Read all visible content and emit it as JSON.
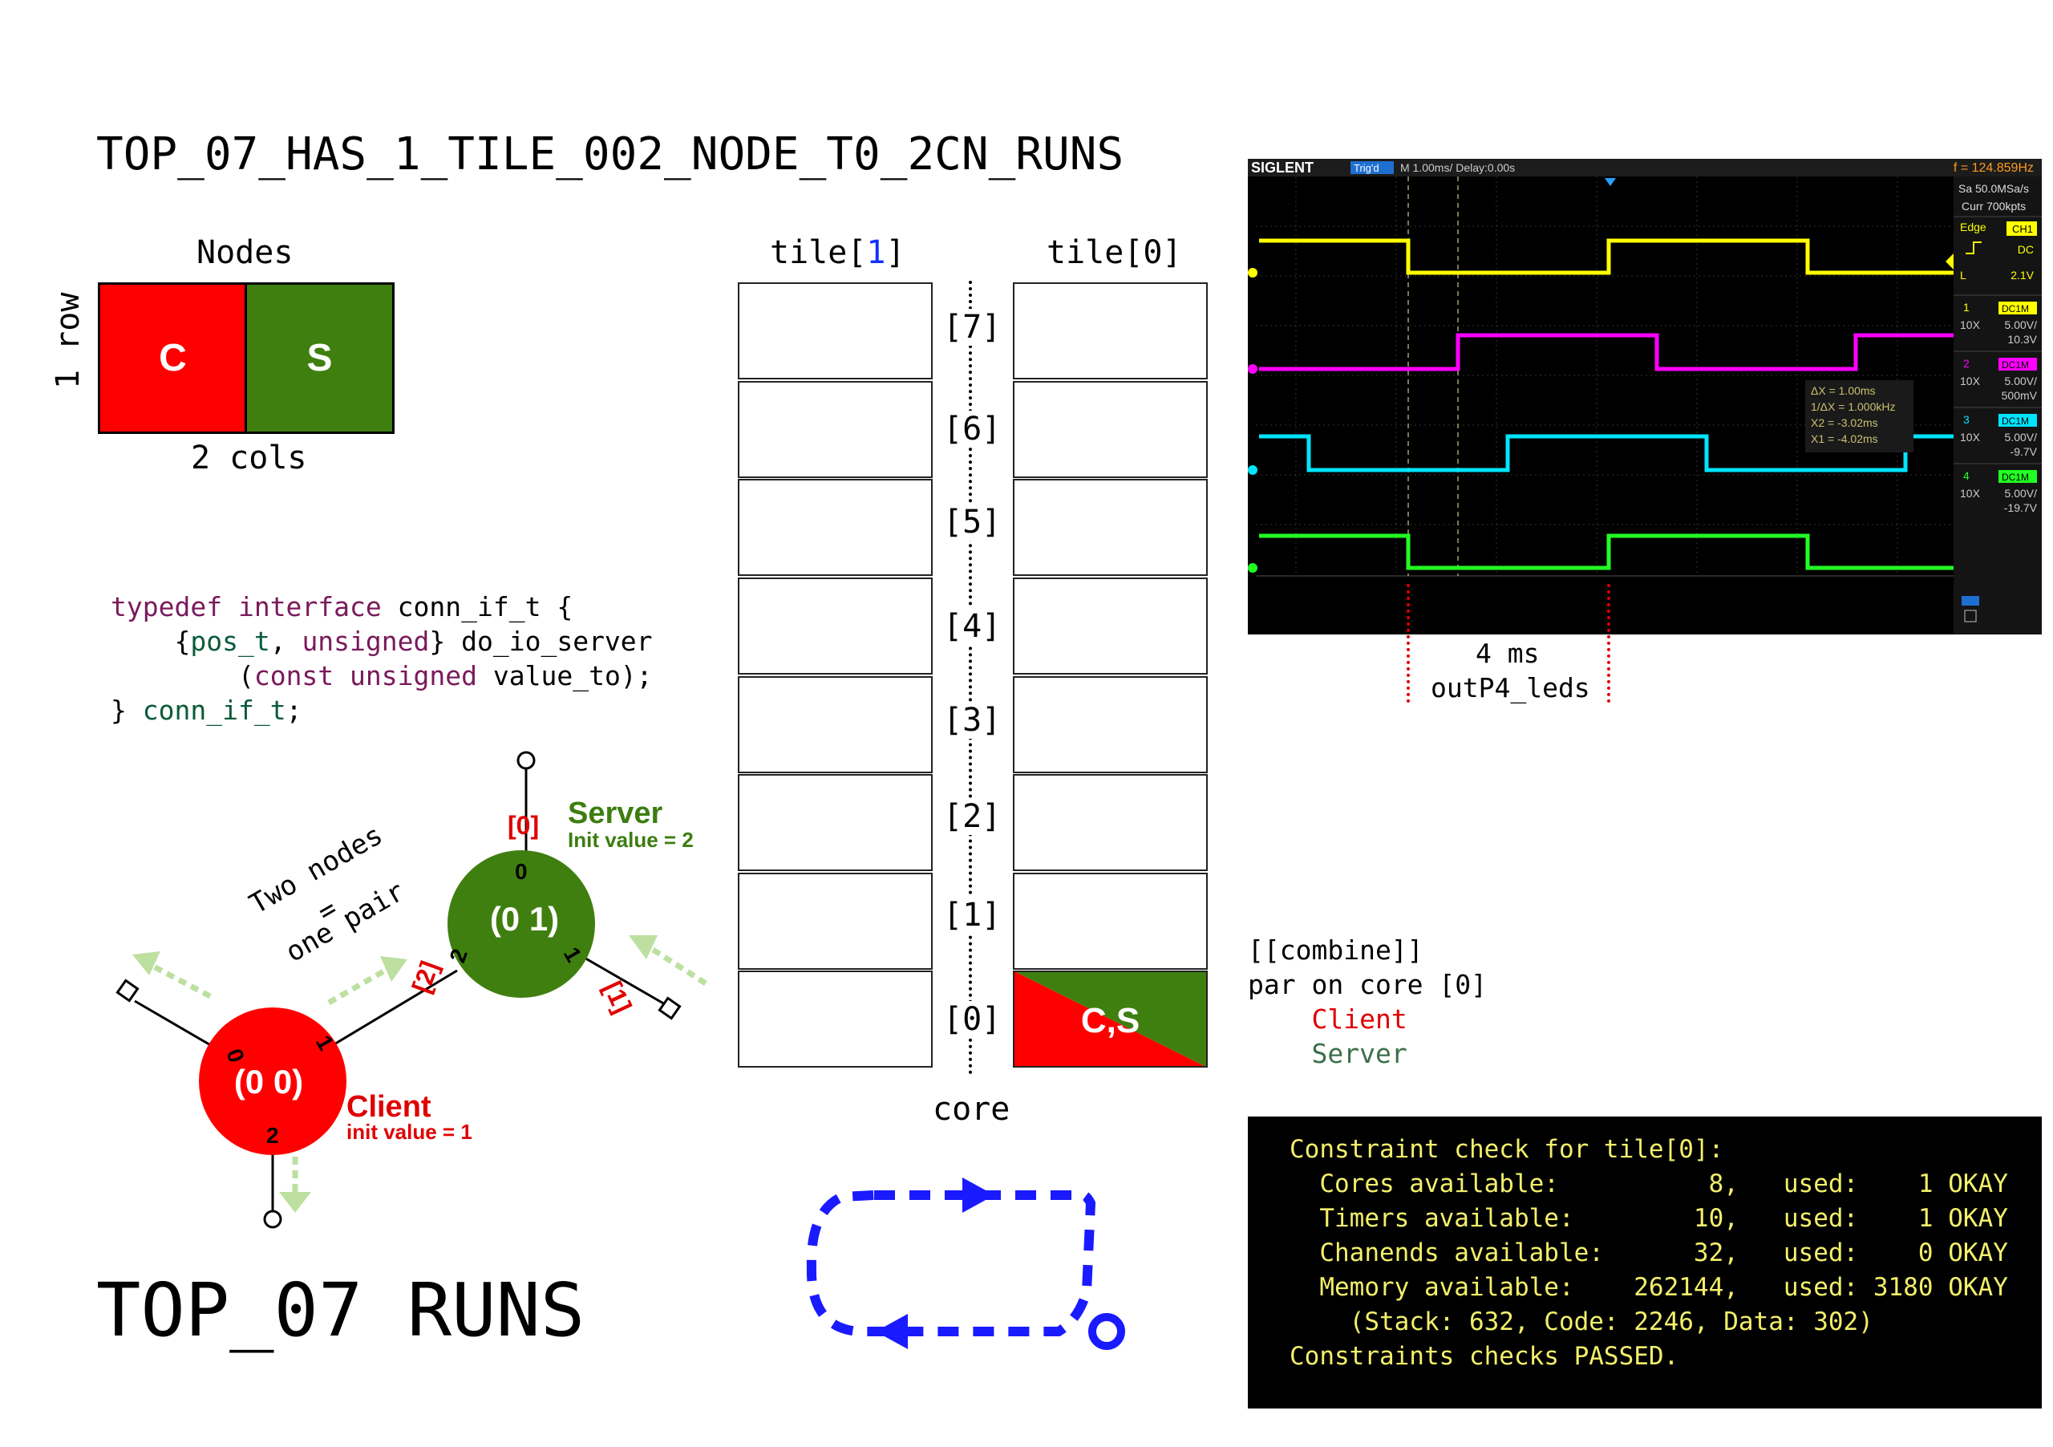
{
  "title": "TOP_07_HAS_1_TILE_002_NODE_T0_2CN_RUNS",
  "big_title": "TOP_07 RUNS",
  "nodes": {
    "heading": "Nodes",
    "row_label": "1 row",
    "cols_label": "2 cols",
    "cells": [
      "C",
      "S"
    ],
    "colors": {
      "client": "#ff0000",
      "server": "#3f7f0f"
    }
  },
  "code": {
    "kw_typedef": "typedef",
    "kw_interface": "interface",
    "name": "conn_if_t",
    "open": " {",
    "pos_t": "pos_t",
    "comma": ", ",
    "unsigned1": "unsigned",
    "fn": "} do_io_server",
    "paren_open": "(",
    "const": "const",
    "unsigned2": "unsigned",
    "arg": " value_to);",
    "close": "} ",
    "close_name": "conn_if_t",
    "semi": ";"
  },
  "graph": {
    "client_label": "Client",
    "client_init": "init value = 1",
    "client_coord": "(0 0)",
    "server_label": "Server",
    "server_init": "Init value = 2",
    "server_coord": "(0 1)",
    "note_line1": "Two nodes",
    "note_line2": "=",
    "note_line3": "one pair",
    "port_tags": [
      "[0]",
      "[1]",
      "[2]"
    ],
    "client_ports": [
      "0",
      "1",
      "2"
    ],
    "server_ports": [
      "0",
      "1",
      "2"
    ]
  },
  "tiles": {
    "tile1_head_a": "tile[",
    "tile1_head_n": "1",
    "tile1_head_b": "]",
    "tile0_head": "tile[0]",
    "core_label": "core",
    "core_indices": [
      "[7]",
      "[6]",
      "[5]",
      "[4]",
      "[3]",
      "[2]",
      "[1]",
      "[0]"
    ],
    "occupied_label": "C,S"
  },
  "scope": {
    "brand": "SIGLENT",
    "trig": "Trig'd",
    "timebase": "M 1.00ms/ Delay:0.00s",
    "freq": "f = 124.859Hz",
    "sa": "Sa 50.0MSa/s",
    "curr": "Curr 700kpts",
    "edge": "Edge",
    "edge_ch": "CH1",
    "dc": "DC",
    "level_l": "L",
    "level_v": "2.1V",
    "channels": [
      {
        "n": "1",
        "coupling": "DC1M",
        "probe": "10X",
        "scale": "5.00V/",
        "offset": "10.3V",
        "color": "#ffff00"
      },
      {
        "n": "2",
        "coupling": "DC1M",
        "probe": "10X",
        "scale": "5.00V/",
        "offset": "500mV",
        "color": "#ff00ff"
      },
      {
        "n": "3",
        "coupling": "DC1M",
        "probe": "10X",
        "scale": "5.00V/",
        "offset": "-9.7V",
        "color": "#00e5ff"
      },
      {
        "n": "4",
        "coupling": "DC1M",
        "probe": "10X",
        "scale": "5.00V/",
        "offset": "-19.7V",
        "color": "#22ff22"
      }
    ],
    "cursors": [
      "ΔX = 1.00ms",
      "1/ΔX = 1.000kHz",
      "X2 = -3.02ms",
      "X1 = -4.02ms"
    ],
    "period_label": "4 ms",
    "signal_label": "outP4_leds"
  },
  "combine": {
    "line1": "[[combine]]",
    "line2": "par on core [0]",
    "line3": "Client",
    "line4": "Server"
  },
  "constraints": {
    "lines": [
      "Constraint check for tile[0]:",
      "  Cores available:          8,   used:    1 OKAY",
      "  Timers available:        10,   used:    1 OKAY",
      "  Chanends available:      32,   used:    0 OKAY",
      "  Memory available:    262144,   used: 3180 OKAY",
      "    (Stack: 632, Code: 2246, Data: 302)",
      "Constraints checks PASSED."
    ]
  }
}
